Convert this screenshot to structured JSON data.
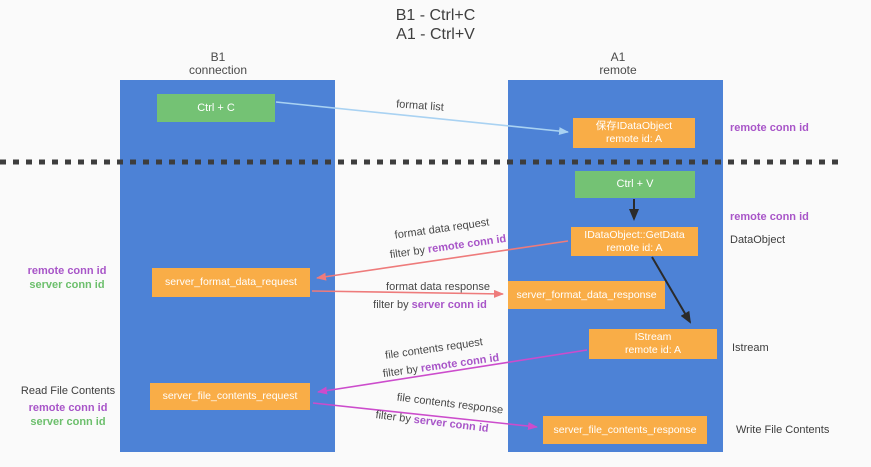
{
  "title": {
    "line1": "B1 - Ctrl+C",
    "line2": "A1 - Ctrl+V"
  },
  "columns": {
    "left": {
      "name": "B1",
      "subtitle": "connection"
    },
    "right": {
      "name": "A1",
      "subtitle": "remote"
    }
  },
  "nodes": {
    "ctrl_c": {
      "label": "Ctrl + C"
    },
    "ctrl_v": {
      "label": "Ctrl + V"
    },
    "save_dataobject": {
      "line1": "保存IDataObject",
      "line2": "remote id: A"
    },
    "getdata": {
      "line1": "IDataObject::GetData",
      "line2": "remote id: A"
    },
    "istream": {
      "line1": "IStream",
      "line2": "remote id: A"
    },
    "server_format_data_request": {
      "label": "server_format_data_request"
    },
    "server_format_data_response": {
      "label": "server_format_data_response"
    },
    "server_file_contents_request": {
      "label": "server_file_contents_request"
    },
    "server_file_contents_response": {
      "label": "server_file_contents_response"
    }
  },
  "arrow_labels": {
    "format_list": "format list",
    "format_data_request": "format data request",
    "format_data_response": "format data response",
    "file_contents_request": "file contents request",
    "file_contents_response": "file contents response",
    "filter_by": "filter by"
  },
  "side_labels": {
    "remote_conn_id": "remote conn id",
    "server_conn_id": "server conn id",
    "dataobject": "DataObject",
    "istream": "Istream",
    "read_file_contents": "Read File Contents",
    "write_file_contents": "Write File Contents"
  },
  "colors": {
    "column-blue": "#4d82d6",
    "box-orange": "#f9ad47",
    "box-green": "#74c274",
    "purple": "#a855c8",
    "green-text": "#6cbf6c",
    "salmon": "#ee7b7b",
    "magenta": "#cc4ccc",
    "light-blue": "#a9d2f2",
    "arrow-black": "#2b2b2b"
  }
}
